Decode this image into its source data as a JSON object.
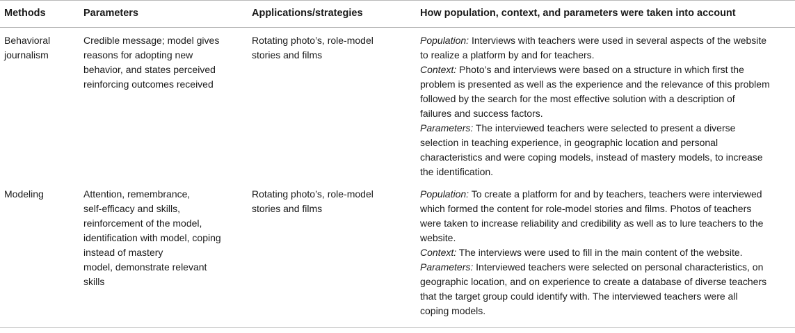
{
  "headers": [
    "Methods",
    "Parameters",
    "Applications/strategies",
    "How population, context, and parameters were taken into account"
  ],
  "rows": [
    {
      "method": [
        "Behavioral",
        "journalism"
      ],
      "parameters": [
        "Credible message; model gives",
        "reasons for adopting new",
        "behavior, and states perceived",
        "reinforcing outcomes received"
      ],
      "applications": [
        "Rotating photo’s, role-model",
        "stories and films"
      ],
      "account": [
        {
          "label": "Population:",
          "lines": [
            " Interviews with teachers were used in several aspects of the website",
            "to realize a platform by and for teachers."
          ]
        },
        {
          "label": "Context:",
          "lines": [
            " Photo’s and interviews were based on a structure in which first the",
            "problem is presented as well as the experience and the relevance of this problem",
            "followed by the search for the most effective solution with a description of",
            "failures and success factors."
          ]
        },
        {
          "label": "Parameters:",
          "lines": [
            " The interviewed teachers were selected to present a diverse",
            "selection in teaching experience, in geographic location and personal",
            "characteristics and were coping models, instead of mastery models, to increase",
            "the identification."
          ]
        }
      ]
    },
    {
      "method": [
        "Modeling"
      ],
      "parameters": [
        "Attention, remembrance,",
        "self-efficacy and skills,",
        "reinforcement of the model,",
        "identification with model, coping",
        "instead of mastery",
        "model, demonstrate relevant",
        "skills"
      ],
      "applications": [
        "Rotating photo’s, role-model",
        "stories and films"
      ],
      "account": [
        {
          "label": "Population:",
          "lines": [
            " To create a platform for and by teachers, teachers were interviewed",
            "which formed the content for role-model stories and films. Photos of teachers",
            "were taken to increase reliability and credibility as well as to lure teachers to the",
            "website."
          ]
        },
        {
          "label": "Context:",
          "lines": [
            " The interviews were used to fill in the main content of the website."
          ]
        },
        {
          "label": "Parameters:",
          "lines": [
            " Interviewed teachers were selected on personal characteristics, on",
            "geographic location, and on experience to create a database of diverse teachers",
            "that the target group could identify with. The interviewed teachers were all",
            "coping models."
          ]
        }
      ]
    }
  ]
}
